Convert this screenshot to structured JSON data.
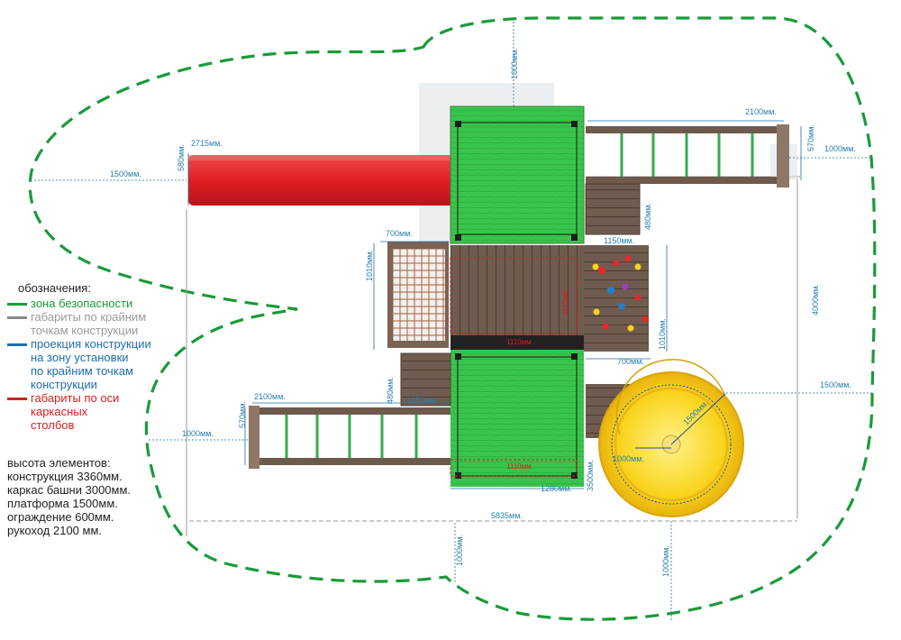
{
  "colors": {
    "safety_zone": "#1a9a3a",
    "gabarit_extreme": "#8a8a8a",
    "projection": "#1f6fa8",
    "axis": "#d82020",
    "tower_green": "#35c24a",
    "slide_red": "#e8262b",
    "spiral_yellow": "#f7d21e",
    "wood": "#6d5a4d"
  },
  "legend": {
    "title": "обозначения:",
    "items": [
      {
        "label": "зона безопасности",
        "text_color": "#1a9a3a",
        "line_color": "#1a9a3a"
      },
      {
        "label": "габариты по крайним\nточкам конструкции",
        "text_color": "#9a9a9a",
        "line_color": "#8a8a8a"
      },
      {
        "label": "проекция конструкции\nна зону установки\nпо крайним точкам\nконструкции",
        "text_color": "#1f6fa8",
        "line_color": "#1f6fa8"
      },
      {
        "label": "габариты по оси\nкаркасных\n столбов",
        "text_color": "#d82020",
        "line_color": "#d82020"
      }
    ]
  },
  "heights": {
    "title": "высота элементов:",
    "construction": "конструкция 3360мм.",
    "frame": "каркас башни 3000мм.",
    "platform": "платформа 1500мм.",
    "fence": "ограждение 600мм.",
    "rail": "рукоход  2100 мм."
  },
  "dimensions": {
    "top_zone": "1000мм.",
    "top_ladder_len": "2100мм.",
    "top_ladder_w": "570мм.",
    "right_zone": "1000мм.",
    "slide_len": "2715мм.",
    "slide_w": "580мм.",
    "left_zone": "1500мм.",
    "stairs_top": "480мм.",
    "stairs_top_w": "1150мм.",
    "net_w": "700мм.",
    "net_len": "1010мм.",
    "climb_len": "1010мм.",
    "climb_w": "700мм.",
    "platform_h": "1110мм.",
    "platform_w": "1110мм.",
    "total_depth": "4000мм.",
    "spiral_zone": "1500мм.",
    "spiral_radius": "1500мм.",
    "spiral_inner": "1000мм.",
    "bottom_ladder_len": "2100мм.",
    "bottom_ladder_w": "570мм.",
    "stairs_bottom": "480мм.",
    "stairs_bottom_w": "1150мм.",
    "left_bottom_zone": "1000мм.",
    "tower_inner": "1110мм.",
    "tower_width": "1280мм.",
    "spiral_height": "3500мм.",
    "total_width": "5835мм.",
    "bottom_zone_left": "1000мм.",
    "bottom_zone_right": "1000мм."
  }
}
